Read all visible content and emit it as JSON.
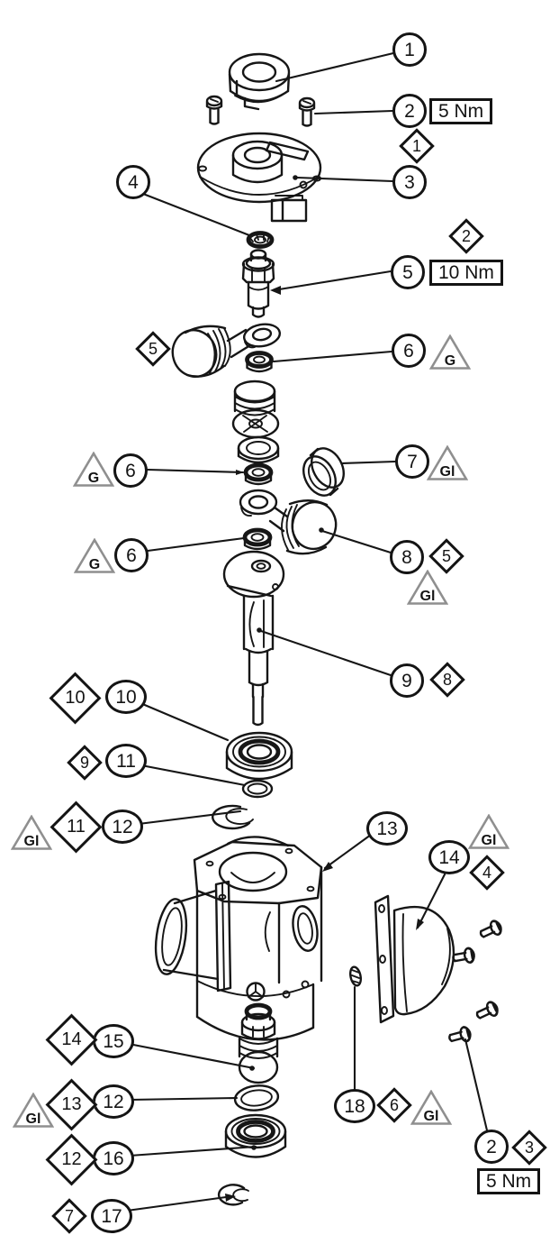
{
  "diagram": {
    "type": "exploded-parts-diagram",
    "background": "#ffffff",
    "line_color": "#161616",
    "symbol_gray": "#8f8f8f"
  },
  "balloons": {
    "b1": "1",
    "b2_top": "2",
    "b3": "3",
    "b4": "4",
    "b5": "5",
    "b6_upper": "6",
    "b7": "7",
    "b6_mid": "6",
    "b6_lower": "6",
    "b8": "8",
    "b9": "9",
    "b10": "10",
    "b11": "11",
    "b12_upper": "12",
    "b13": "13",
    "b14": "14",
    "b15": "15",
    "b12_lower": "12",
    "b16": "16",
    "b17": "17",
    "b18": "18",
    "b2_bottom": "2"
  },
  "diamonds": {
    "d1": "1",
    "d2": "2",
    "d5_left": "5",
    "d5_right": "5",
    "d8": "8",
    "d10": "10",
    "d9": "9",
    "d11": "11",
    "d4": "4",
    "d14": "14",
    "d13": "13",
    "d12": "12",
    "d7": "7",
    "d6": "6",
    "d3": "3"
  },
  "triangles": {
    "g_upper_right": "G",
    "g_mid_left": "G",
    "g_lower_left": "G",
    "gl_right_7": "Gl",
    "gl_below_8": "Gl",
    "gl_left_12": "Gl",
    "gl_right_14": "Gl",
    "gl_left_13": "Gl",
    "gl_right_6": "Gl"
  },
  "torque_labels": {
    "screws_top": "5 Nm",
    "valve_bolt": "10 Nm",
    "screws_cover": "5 Nm"
  }
}
